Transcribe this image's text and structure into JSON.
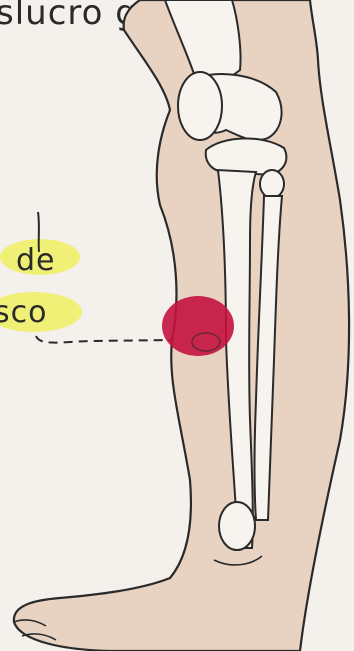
{
  "header_text": "slucro giros,",
  "labels": {
    "line1": "de",
    "line2": "sco"
  },
  "colors": {
    "paper": "#f4f1ec",
    "skin": "#e8d3c3",
    "bone_outline": "#2b2a2a",
    "bone_fill": "#f7f4ef",
    "highlight": "#f0f06a",
    "marker": "#c4123f"
  }
}
